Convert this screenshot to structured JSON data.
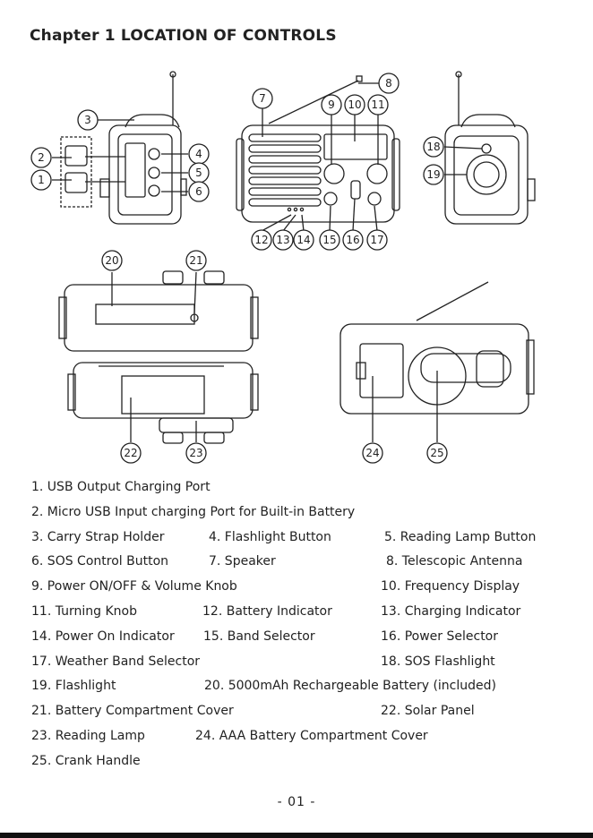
{
  "heading": "Chapter 1 LOCATION OF CONTROLS",
  "callouts": [
    "1",
    "2",
    "3",
    "4",
    "5",
    "6",
    "7",
    "8",
    "9",
    "10",
    "11",
    "12",
    "13",
    "14",
    "15",
    "16",
    "17",
    "18",
    "19",
    "20",
    "21",
    "22",
    "23",
    "24",
    "25"
  ],
  "legend": [
    [
      "1. USB Output Charging Port"
    ],
    [
      "2. Micro USB Input charging Port for Built-in Battery"
    ],
    [
      "3. Carry Strap Holder",
      "4. Flashlight Button",
      "5. Reading Lamp Button"
    ],
    [
      "6. SOS Control Button",
      "7. Speaker",
      "8. Telescopic Antenna"
    ],
    [
      "9. Power ON/OFF & Volume Knob",
      "10. Frequency Display"
    ],
    [
      "11. Turning Knob",
      "12. Battery Indicator",
      "13. Charging Indicator"
    ],
    [
      "14. Power On Indicator",
      "15. Band Selector",
      "16. Power Selector"
    ],
    [
      "17. Weather Band Selector",
      "18. SOS Flashlight"
    ],
    [
      "19. Flashlight",
      "20. 5000mAh Rechargeable Battery (included)"
    ],
    [
      "21. Battery Compartment Cover",
      "22. Solar Panel"
    ],
    [
      "23. Reading Lamp",
      "24. AAA Battery Compartment Cover"
    ],
    [
      "25. Crank Handle"
    ]
  ],
  "page_number": "- 01 -"
}
